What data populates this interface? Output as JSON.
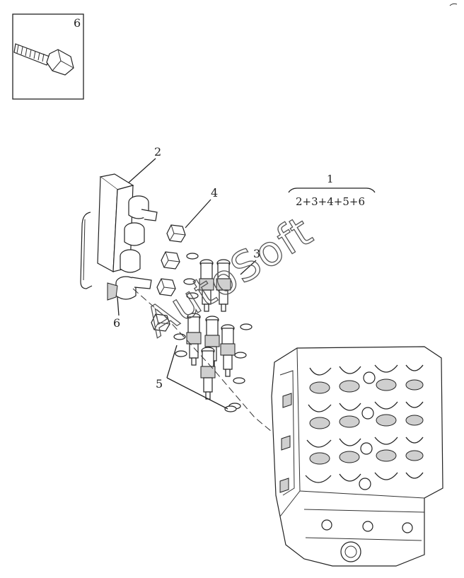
{
  "inset": {
    "label": "6"
  },
  "callouts": {
    "rail": "2",
    "clip": "4",
    "injector": "3",
    "bolt": "6",
    "oring": "5"
  },
  "assembly": {
    "number": "1",
    "formula": "2+3+4+5+6"
  },
  "watermark": "AutoSoft",
  "colors": {
    "line": "#222222",
    "background": "#ffffff"
  }
}
